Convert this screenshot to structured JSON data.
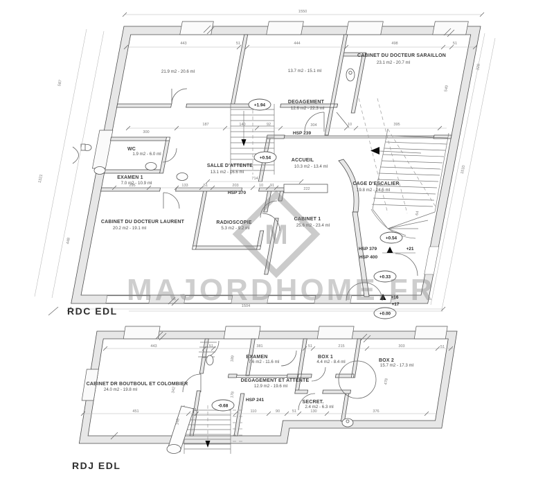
{
  "watermark": {
    "text": "MAJORDHOME.FR",
    "logo_letter": "M"
  },
  "plans": [
    {
      "id": "rdc",
      "title": "RDC EDL",
      "rooms": [
        {
          "name": "",
          "area": "21.9 m2 - 20.6 ml"
        },
        {
          "name": "",
          "area": "13.7 m2 - 15.1 ml"
        },
        {
          "name": "CABINET DU DOCTEUR SARAILLON",
          "area": "23.1 m2 - 20.7 ml"
        },
        {
          "name": "DEGAGEMENT",
          "area": "12.6 m2 - 22.3 ml"
        },
        {
          "name": "ACCUEIL",
          "area": "10.3 m2 - 13.4 ml"
        },
        {
          "name": "SALLE D'ATTENTE",
          "area": "13.1 m2 - 16.6 ml"
        },
        {
          "name": "WC",
          "area": "1.9 m2 - 6.0 ml"
        },
        {
          "name": "EXAMEN 1",
          "area": "7.0 m2 - 10.9 ml"
        },
        {
          "name": "CABINET DU DOCTEUR LAURENT",
          "area": "20.2 m2 - 19.1 ml"
        },
        {
          "name": "RADIOSCOPIE",
          "area": "5.3 m2 - 9.2 ml"
        },
        {
          "name": "CABINET 1",
          "area": "25.6 m2 - 23.4 ml"
        },
        {
          "name": "CAGE D'ESCALIER",
          "area": "19.8 m2 - 24.5 ml"
        }
      ],
      "annotations": {
        "hsp1": "HSP 239",
        "hsp2": "HSP 370",
        "hsp3": "HSP 379",
        "hsp4": "HSP 400"
      },
      "levels": {
        "l194": "+1.94",
        "l054a": "+0.54",
        "l054b": "+0.54",
        "l033": "+0.33",
        "l000": "+0.00",
        "l16": "+16",
        "l17": "+17",
        "l21": "+21"
      },
      "dims": {
        "top_total": "1550",
        "bottom_total": "1504",
        "top": [
          "443",
          "51",
          "444",
          "498",
          "51"
        ],
        "left": [
          "587",
          "1321",
          "448"
        ],
        "right": [
          "328",
          "540",
          "1510",
          "64"
        ],
        "row1": [
          "300",
          "187",
          "140",
          "92",
          "304",
          "10",
          "395"
        ],
        "row2": [
          "295",
          "133",
          "51",
          "203",
          "10",
          "91"
        ],
        "misc": [
          "714",
          "222"
        ]
      }
    },
    {
      "id": "rdj",
      "title": "RDJ EDL",
      "rooms": [
        {
          "name": "CABINET DR BOUTBOUL ET COLOMBIER",
          "area": "24.0 m2 - 19.8 ml"
        },
        {
          "name": "EXAMEN",
          "area": "7.6 m2 - 11.6 ml"
        },
        {
          "name": "DEGAGEMENT ET ATTENTE",
          "area": "12.9 m2 - 19.6 ml"
        },
        {
          "name": "BOX 1",
          "area": "4.4 m2 - 8.4 ml"
        },
        {
          "name": "BOX 2",
          "area": "15.7 m2 - 17.3 ml"
        },
        {
          "name": "SECRET.",
          "area": "2.4 m2 - 6.3 ml"
        }
      ],
      "annotations": {
        "hsp1": "HSP 241"
      },
      "levels": {
        "l068": "-0.68"
      },
      "dims": {
        "top": [
          "443",
          "51",
          "381",
          "51",
          "215",
          "303",
          "51"
        ],
        "bottom": [
          "451",
          "51",
          "181",
          "110",
          "90",
          "51",
          "130",
          "376"
        ],
        "vert": [
          "189",
          "342",
          "178",
          "478",
          "148"
        ]
      }
    }
  ]
}
